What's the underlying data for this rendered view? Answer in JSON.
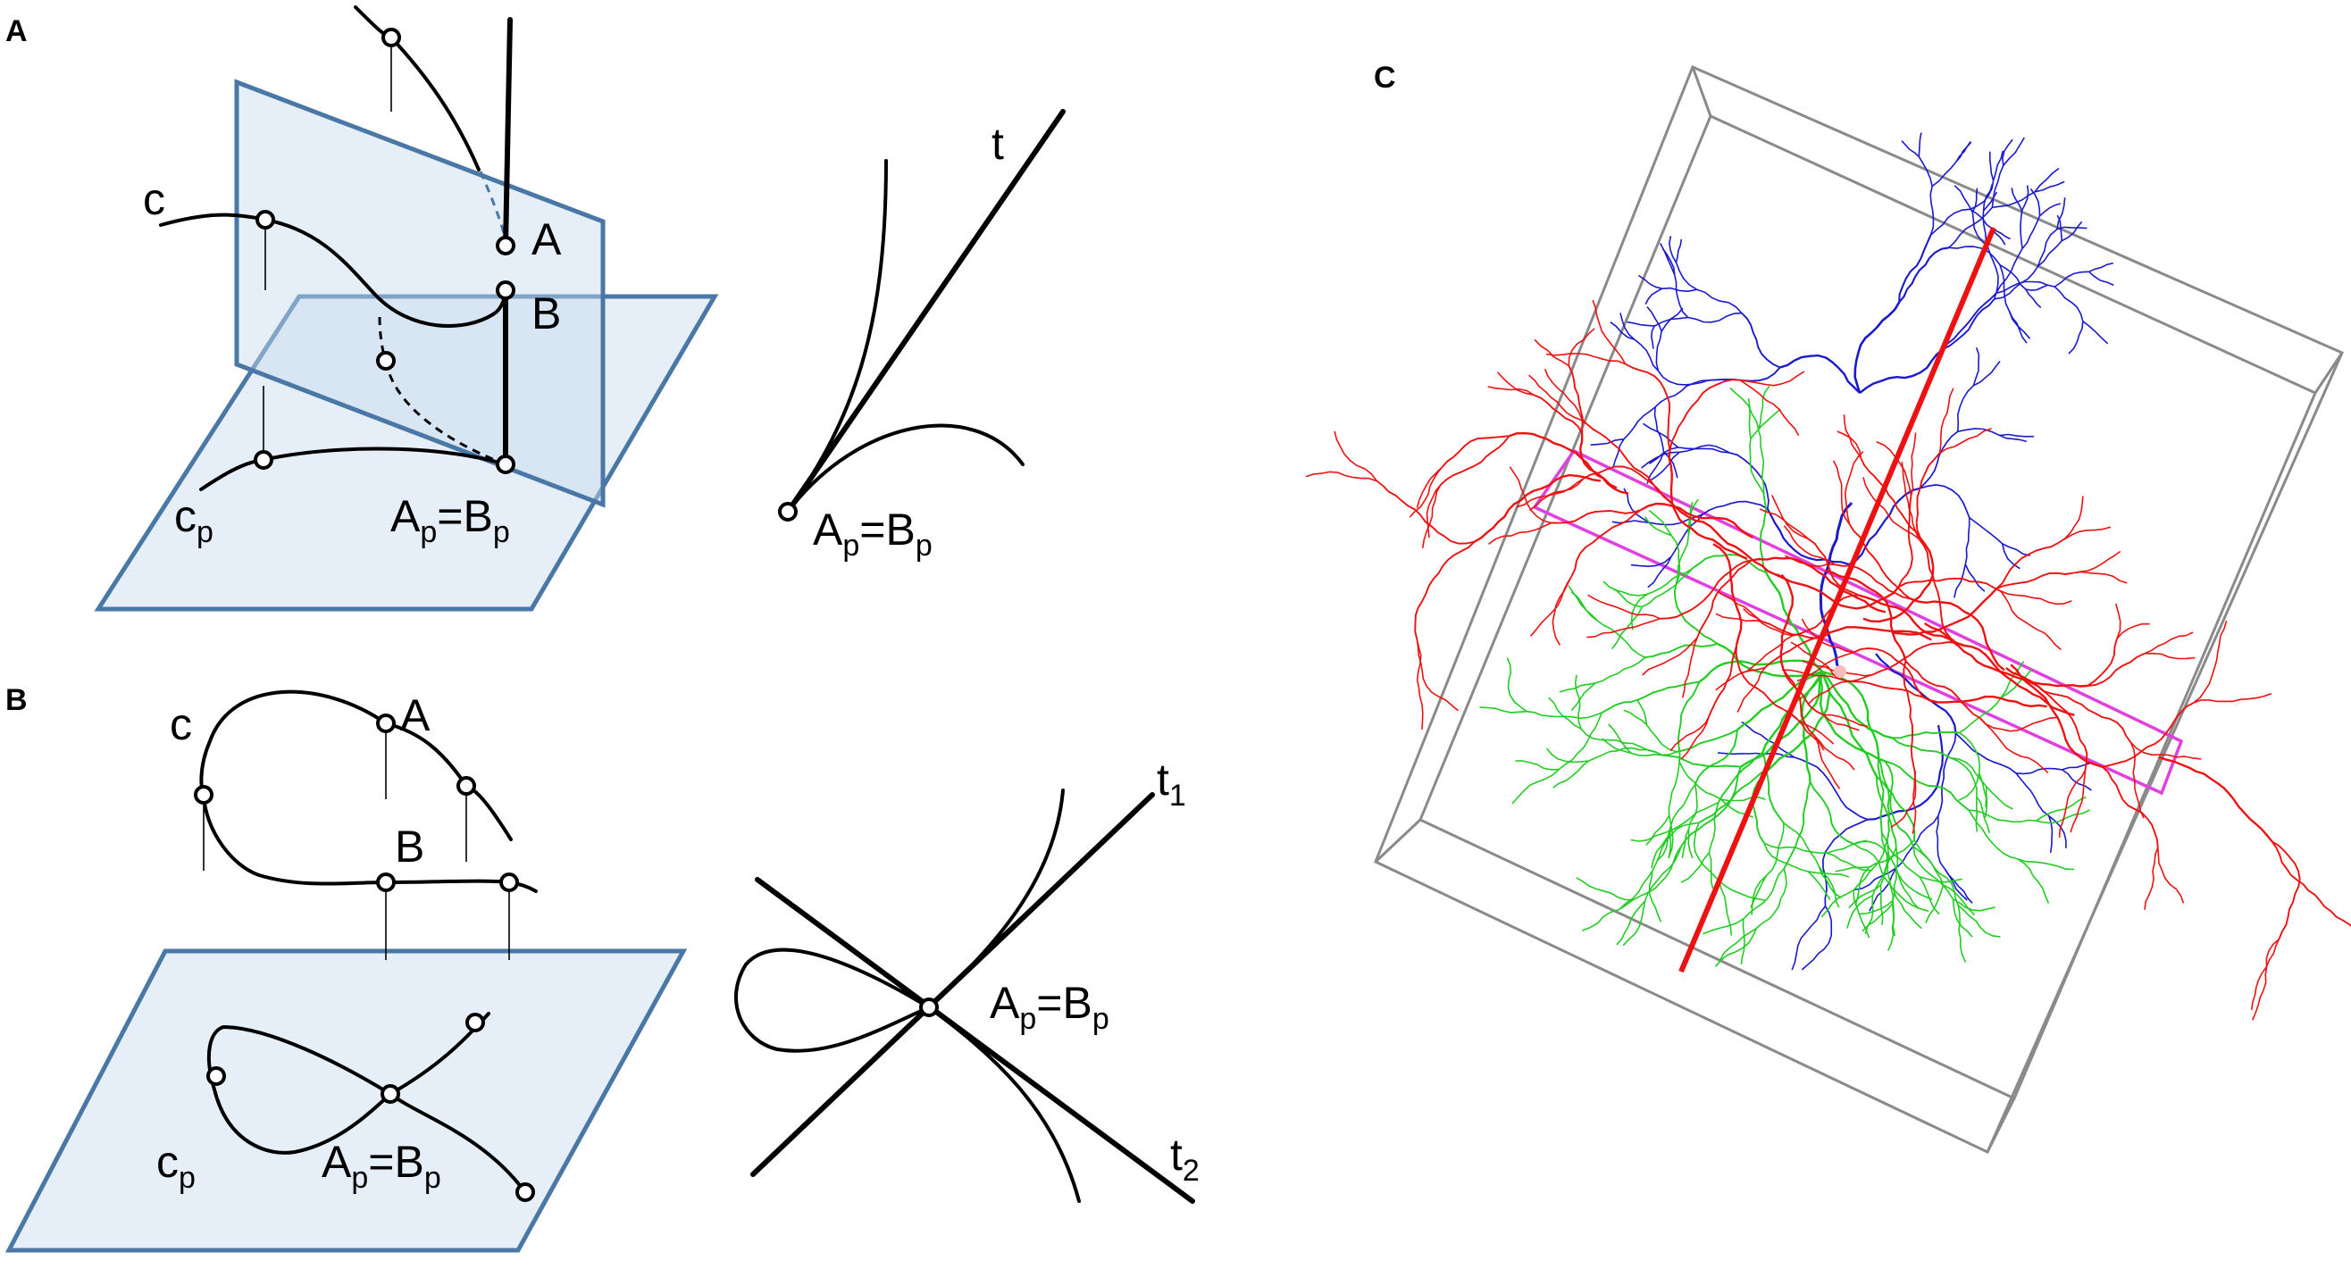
{
  "panels": {
    "a": {
      "letter": "A"
    },
    "b": {
      "letter": "B"
    },
    "c": {
      "letter": "C"
    }
  },
  "labels": {
    "curve": "c",
    "projected_curve": {
      "base": "c",
      "sub": "p"
    },
    "point_a": "A",
    "point_b": "B",
    "coincident": {
      "a": "A",
      "a_sub": "p",
      "eq": "=",
      "b": "B",
      "b_sub": "p"
    },
    "tangent": "t",
    "tangent_1": {
      "base": "t",
      "sub": "1"
    },
    "tangent_2": {
      "base": "t",
      "sub": "2"
    }
  },
  "colors": {
    "plane_fill": "#e6eff8",
    "plane_fill_vertical": "#c8daee",
    "plane_stroke": "#4a78a6",
    "box_stroke": "#8a8a8a",
    "apical_dendrites": "#1a1acc",
    "basal_dendrites": "#22cc22",
    "axon": "#ee1111",
    "slab_outline": "#e040e0"
  }
}
